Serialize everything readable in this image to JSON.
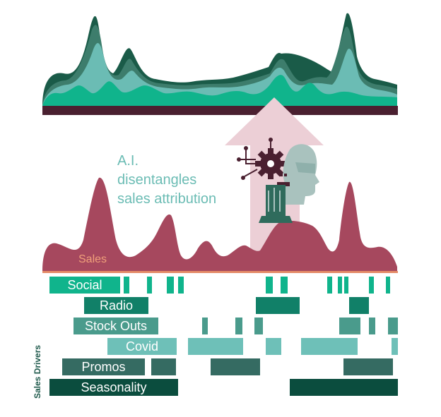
{
  "ai_caption": {
    "line1": "A.I.",
    "line2": "disentangles",
    "line3": "sales attribution"
  },
  "sales_label": "Sales",
  "drivers_axis_label": "Sales Drivers",
  "drivers": [
    {
      "name": "Social",
      "color": "#10b48c"
    },
    {
      "name": "Radio",
      "color": "#118068"
    },
    {
      "name": "Stock Outs",
      "color": "#4a9b8c"
    },
    {
      "name": "Covid",
      "color": "#6ec0b8"
    },
    {
      "name": "Promos",
      "color": "#356b62"
    },
    {
      "name": "Seasonality",
      "color": "#0b4d3e"
    }
  ],
  "colors": {
    "sales_area": "#a6485e",
    "sales_baseline": "#e48b68",
    "stack_bar": "#4a2030",
    "arrow": "#eccfd6",
    "ai_text": "#6bbcb4",
    "head": "#a9c2be",
    "gear": "#4a2030"
  },
  "icons": [
    "gear-icon",
    "robot-head-icon",
    "up-arrow-icon"
  ]
}
